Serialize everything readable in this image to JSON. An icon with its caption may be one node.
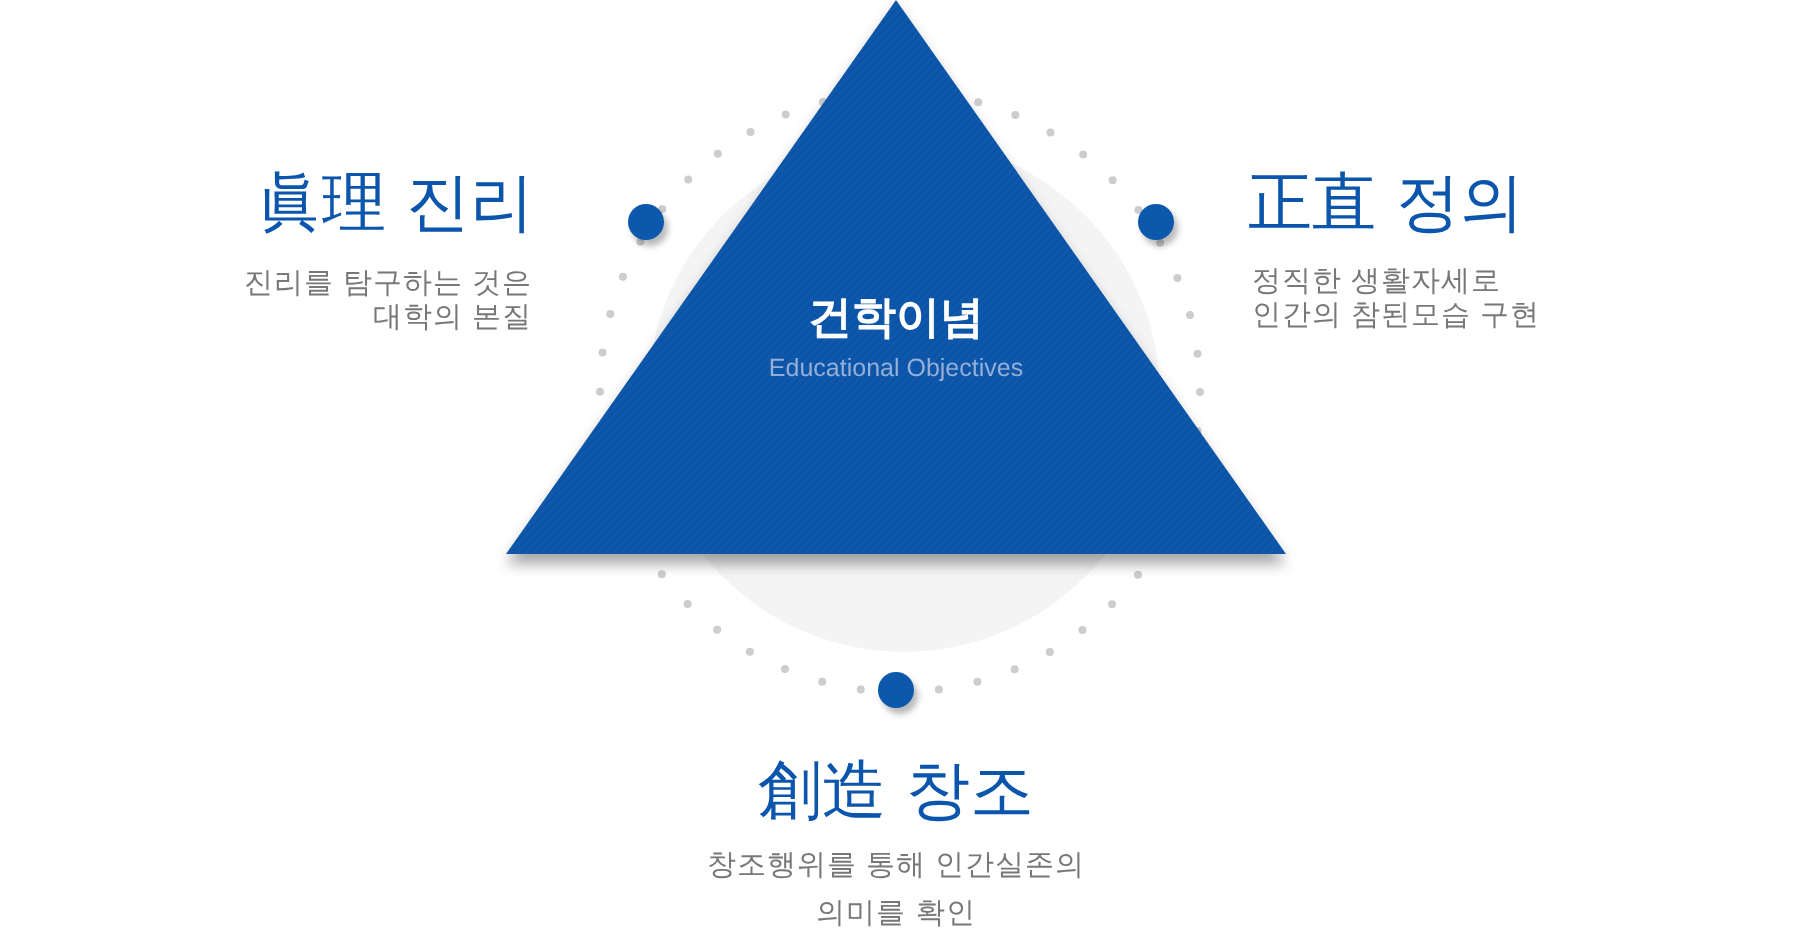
{
  "diagram": {
    "nodes": [
      {
        "text": [
          "건학이념",
          "Educational Objectives"
        ]
      }
    ],
    "labels": [
      "眞理 진리",
      "진리를 탐구하는 것은 대학의 본질",
      "正直 정의",
      "정직한 생활자세로 인간의 참된모습 구현",
      "創造 창조",
      "창조행위를 통해 인간실존의 의미를 확인"
    ]
  }
}
